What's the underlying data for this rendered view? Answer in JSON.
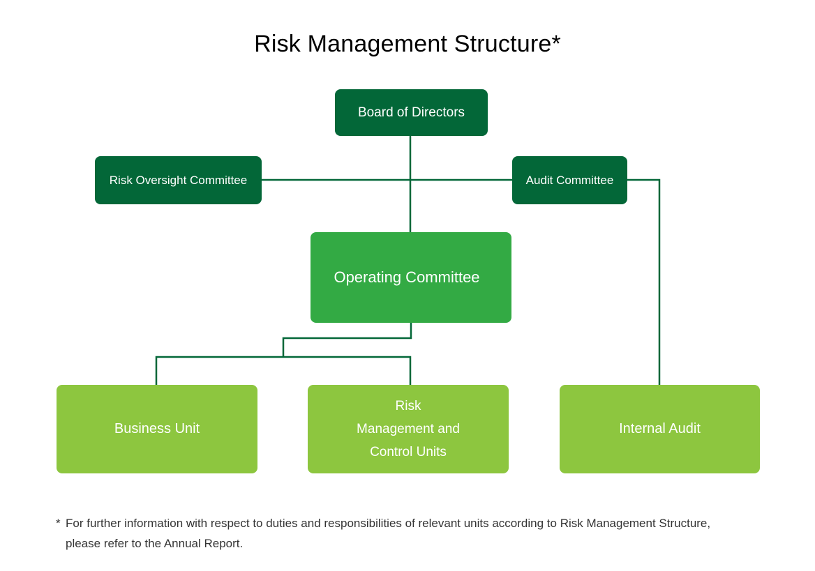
{
  "title": "Risk Management Structure*",
  "colors": {
    "dark_green": "#036738",
    "mid_green": "#33aa44",
    "light_green": "#8dc63f",
    "connector": "#036738"
  },
  "nodes": {
    "board": "Board of Directors",
    "risk_oversight": "Risk Oversight Committee",
    "audit_committee": "Audit Committee",
    "operating_committee": "Operating Committee",
    "business_unit": "Business Unit",
    "risk_mgmt_control": [
      "Risk",
      "Management and",
      "Control Units"
    ],
    "internal_audit": "Internal Audit"
  },
  "edges": [
    {
      "from": "Board of Directors",
      "to": "Operating Committee"
    },
    {
      "from": "Board of Directors",
      "to": "Risk Oversight Committee"
    },
    {
      "from": "Board of Directors",
      "to": "Audit Committee"
    },
    {
      "from": "Audit Committee",
      "to": "Internal Audit"
    },
    {
      "from": "Operating Committee",
      "to": "Business Unit"
    },
    {
      "from": "Operating Committee",
      "to": "Risk Management and Control Units"
    }
  ],
  "footnote": {
    "marker": "*",
    "line1": "For further information with respect to duties and responsibilities of relevant units according to Risk Management Structure,",
    "line2": "please refer to the Annual Report."
  }
}
